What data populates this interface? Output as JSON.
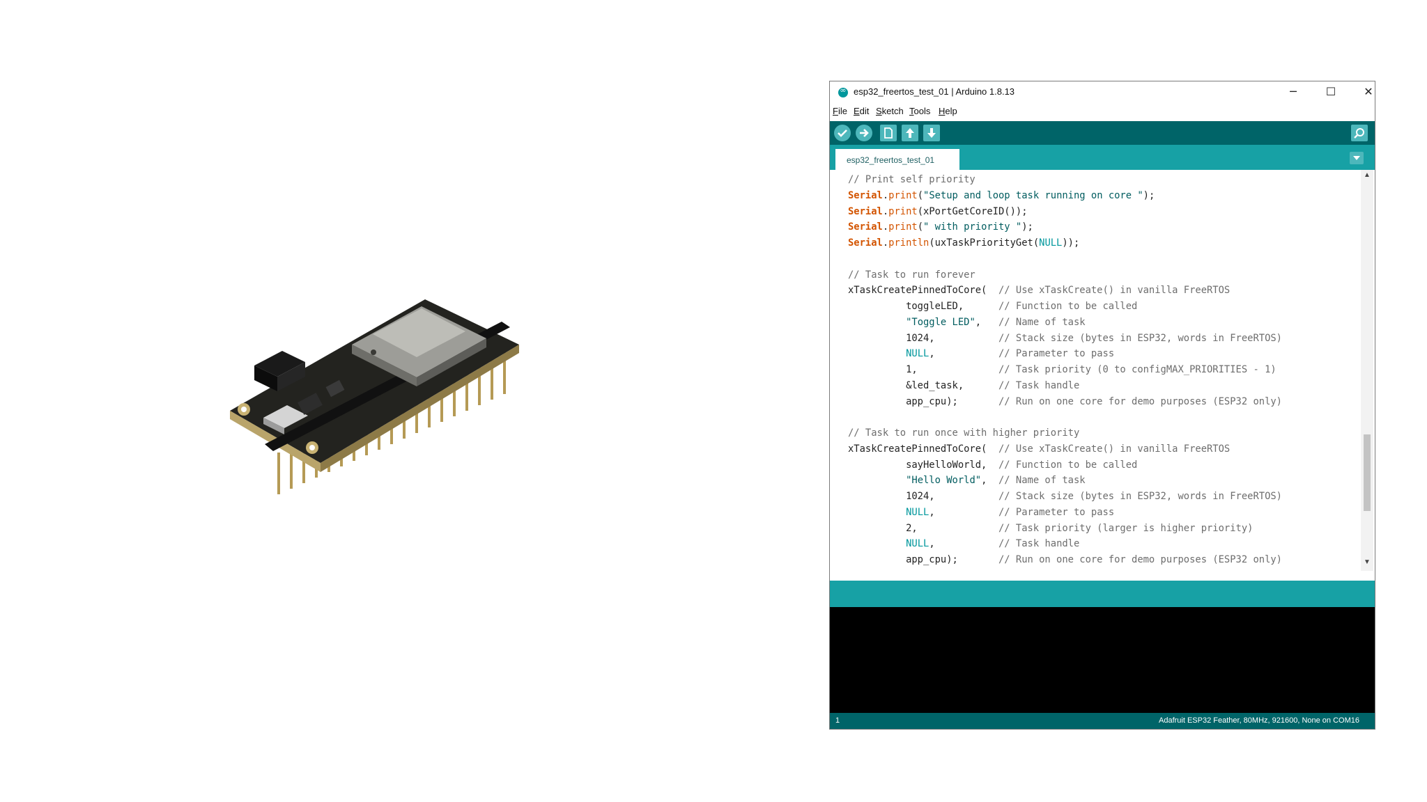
{
  "window": {
    "title": "esp32_freertos_test_01 | Arduino 1.8.13",
    "controls": {
      "minimize": "─",
      "maximize": "☐",
      "close": "✕"
    }
  },
  "menu": [
    {
      "key": "F",
      "rest": "ile"
    },
    {
      "key": "E",
      "rest": "dit"
    },
    {
      "key": "S",
      "rest": "ketch"
    },
    {
      "key": "T",
      "rest": "ools"
    },
    {
      "key": "H",
      "rest": "elp"
    }
  ],
  "toolbar": {
    "icons": [
      "verify-icon",
      "upload-icon",
      "new-icon",
      "open-icon",
      "save-icon",
      "serial-monitor-icon"
    ]
  },
  "tabs": {
    "active": "esp32_freertos_test_01"
  },
  "code_lines": [
    [
      [
        "cm",
        "// Print self priority"
      ]
    ],
    [
      [
        "kw",
        "Serial"
      ],
      [
        "",
        "."
      ],
      [
        "fn",
        "print"
      ],
      [
        "",
        "("
      ],
      [
        "st",
        "\"Setup and loop task running on core \""
      ],
      [
        "",
        ");"
      ]
    ],
    [
      [
        "kw",
        "Serial"
      ],
      [
        "",
        "."
      ],
      [
        "fn",
        "print"
      ],
      [
        "",
        "(xPortGetCoreID());"
      ]
    ],
    [
      [
        "kw",
        "Serial"
      ],
      [
        "",
        "."
      ],
      [
        "fn",
        "print"
      ],
      [
        "",
        "("
      ],
      [
        "st",
        "\" with priority \""
      ],
      [
        "",
        ");"
      ]
    ],
    [
      [
        "kw",
        "Serial"
      ],
      [
        "",
        "."
      ],
      [
        "fn",
        "println"
      ],
      [
        "",
        "(uxTaskPriorityGet("
      ],
      [
        "nl",
        "NULL"
      ],
      [
        "",
        "));"
      ]
    ],
    [],
    [
      [
        "cm",
        "// Task to run forever"
      ]
    ],
    [
      [
        "",
        "xTaskCreatePinnedToCore(  "
      ],
      [
        "cm",
        "// Use xTaskCreate() in vanilla FreeRTOS"
      ]
    ],
    [
      [
        "",
        "          toggleLED,      "
      ],
      [
        "cm",
        "// Function to be called"
      ]
    ],
    [
      [
        "",
        "          "
      ],
      [
        "st",
        "\"Toggle LED\""
      ],
      [
        "",
        ",   "
      ],
      [
        "cm",
        "// Name of task"
      ]
    ],
    [
      [
        "",
        "          1024,           "
      ],
      [
        "cm",
        "// Stack size (bytes in ESP32, words in FreeRTOS)"
      ]
    ],
    [
      [
        "",
        "          "
      ],
      [
        "nl",
        "NULL"
      ],
      [
        "",
        ",           "
      ],
      [
        "cm",
        "// Parameter to pass"
      ]
    ],
    [
      [
        "",
        "          1,              "
      ],
      [
        "cm",
        "// Task priority (0 to configMAX_PRIORITIES - 1)"
      ]
    ],
    [
      [
        "",
        "          &led_task,      "
      ],
      [
        "cm",
        "// Task handle"
      ]
    ],
    [
      [
        "",
        "          app_cpu);       "
      ],
      [
        "cm",
        "// Run on one core for demo purposes (ESP32 only)"
      ]
    ],
    [],
    [
      [
        "cm",
        "// Task to run once with higher priority"
      ]
    ],
    [
      [
        "",
        "xTaskCreatePinnedToCore(  "
      ],
      [
        "cm",
        "// Use xTaskCreate() in vanilla FreeRTOS"
      ]
    ],
    [
      [
        "",
        "          sayHelloWorld,  "
      ],
      [
        "cm",
        "// Function to be called"
      ]
    ],
    [
      [
        "",
        "          "
      ],
      [
        "st",
        "\"Hello World\""
      ],
      [
        "",
        ",  "
      ],
      [
        "cm",
        "// Name of task"
      ]
    ],
    [
      [
        "",
        "          1024,           "
      ],
      [
        "cm",
        "// Stack size (bytes in ESP32, words in FreeRTOS)"
      ]
    ],
    [
      [
        "",
        "          "
      ],
      [
        "nl",
        "NULL"
      ],
      [
        "",
        ",           "
      ],
      [
        "cm",
        "// Parameter to pass"
      ]
    ],
    [
      [
        "",
        "          2,              "
      ],
      [
        "cm",
        "// Task priority (larger is higher priority)"
      ]
    ],
    [
      [
        "",
        "          "
      ],
      [
        "nl",
        "NULL"
      ],
      [
        "",
        ",           "
      ],
      [
        "cm",
        "// Task handle"
      ]
    ],
    [
      [
        "",
        "          app_cpu);       "
      ],
      [
        "cm",
        "// Run on one core for demo purposes (ESP32 only)"
      ]
    ]
  ],
  "status": {
    "line": "1",
    "board": "Adafruit ESP32 Feather, 80MHz, 921600, None on COM16"
  },
  "colors": {
    "toolbar": "#006468",
    "tabstrip": "#17a1a5",
    "keyword": "#d35400",
    "string": "#005c5f",
    "constant": "#00979c",
    "comment": "#6d6d6d"
  }
}
